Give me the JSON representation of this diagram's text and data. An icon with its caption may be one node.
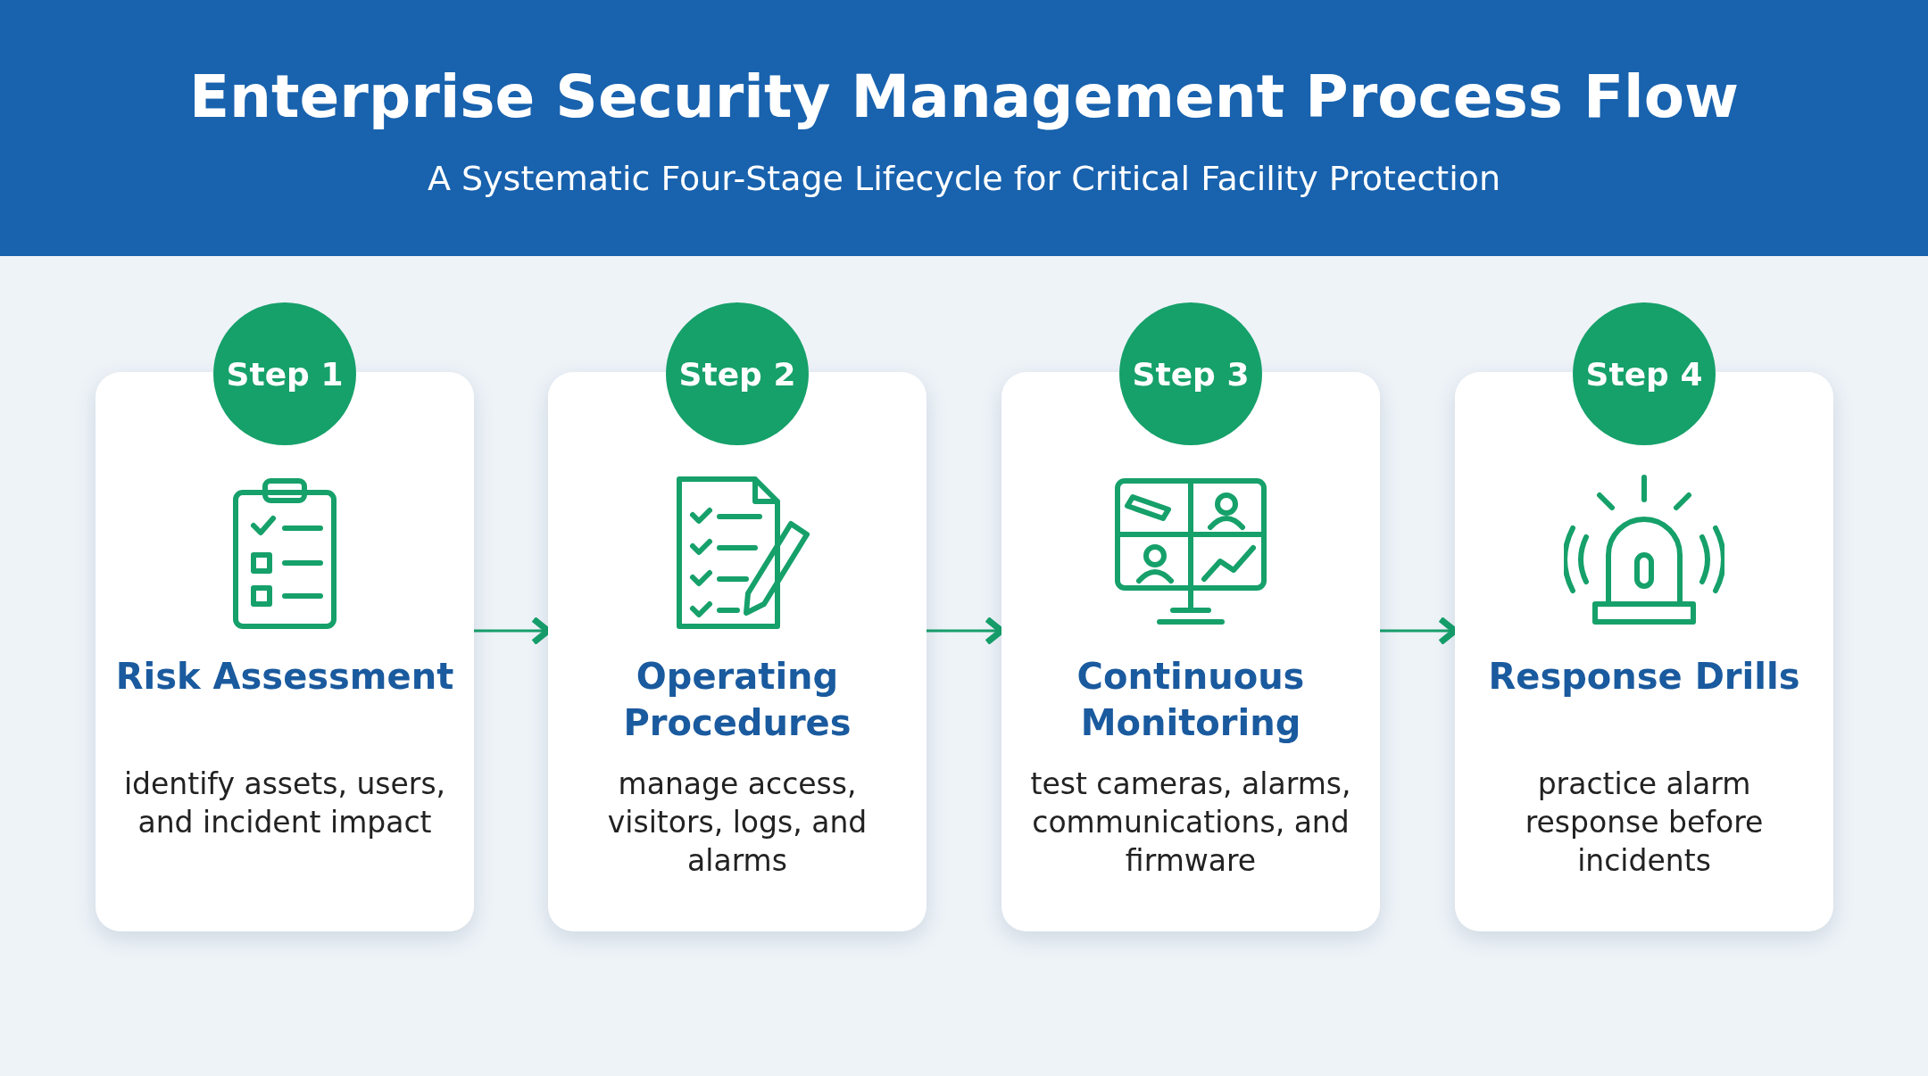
{
  "diagram": {
    "title": "Enterprise Security Management Process Flow",
    "caption": "A Systematic Four-Stage Lifecycle for Critical Facility Protection",
    "nodes": [
      {
        "text": [
          "Step 1",
          "Risk Assessment",
          "identify assets, users, and incident impact"
        ]
      },
      {
        "text": [
          "Step 2",
          "Operating Procedures",
          "manage access, visitors, logs, and alarms"
        ]
      },
      {
        "text": [
          "Step 3",
          "Continuous Monitoring",
          "test cameras, alarms, communications, and firmware"
        ]
      },
      {
        "text": [
          "Step 4",
          "Response Drills",
          "practice alarm response before incidents"
        ]
      }
    ],
    "edges": [
      {
        "from": 0,
        "to": 1,
        "arrow": "to"
      },
      {
        "from": 1,
        "to": 2,
        "arrow": "to"
      },
      {
        "from": 2,
        "to": 3,
        "arrow": "to"
      }
    ]
  }
}
